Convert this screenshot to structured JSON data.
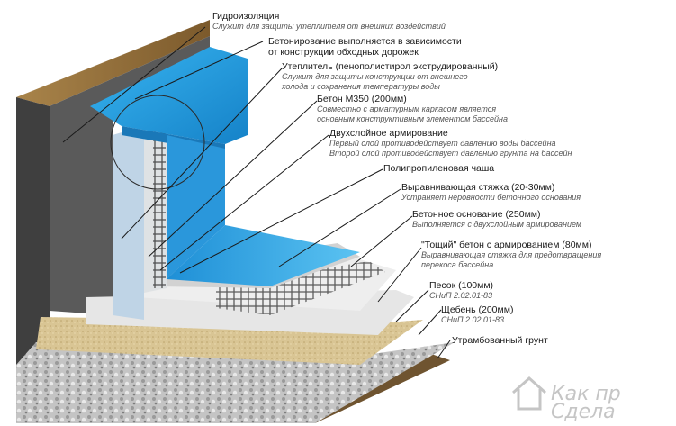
{
  "labels": [
    {
      "id": "waterproofing",
      "title": "Гидроизоляция",
      "desc": [
        "Служит для защиты утеплителя от внешних воздействий"
      ]
    },
    {
      "id": "concreting-note",
      "title": "Бетонирование выполняется в зависимости",
      "desc": [],
      "title2": "от конструкции обходных дорожек"
    },
    {
      "id": "insulation",
      "title": "Утеплитель (пенополистирол экструдированный)",
      "desc": [
        "Служит для защиты конструкции от внешнего",
        "холода и сохранения температуры воды"
      ]
    },
    {
      "id": "concrete-m350",
      "title": "Бетон М350 (200мм)",
      "desc": [
        "Совместно с арматурным каркасом является",
        "основным конструктивным элементом бассейна"
      ]
    },
    {
      "id": "double-reinforcement",
      "title": "Двухслойное армирование",
      "desc": [
        "Первый слой противодействует давлению воды бассейна",
        "Второй слой противодействует давлению грунта на бассейн"
      ]
    },
    {
      "id": "pp-bowl",
      "title": "Полипропиленовая чаша",
      "desc": []
    },
    {
      "id": "leveling-screed",
      "title": "Выравнивающая стяжка (20-30мм)",
      "desc": [
        "Устраняет неровности бетонного основания"
      ]
    },
    {
      "id": "concrete-base",
      "title": "Бетонное основание (250мм)",
      "desc": [
        "Выполняется с двухслойным армированием"
      ]
    },
    {
      "id": "lean-concrete",
      "title": "\"Тощий\" бетон с армированием (80мм)",
      "desc": [
        "Выравнивающая стяжка для предотвращения",
        "перекоса бассейна"
      ]
    },
    {
      "id": "sand",
      "title": "Песок (100мм)",
      "desc": [
        "СНиП 2.02.01-83"
      ]
    },
    {
      "id": "gravel",
      "title": "Щебень (200мм)",
      "desc": [
        "СНиП 2.02.01-83"
      ]
    },
    {
      "id": "compacted-soil",
      "title": "Утрамбованный грунт",
      "desc": []
    }
  ],
  "watermark": {
    "line1": "Как пр",
    "line2": "Сдела"
  },
  "colors": {
    "blue": "#1e9fe0",
    "blue_dark": "#1677b4",
    "concrete": "#d7dadc",
    "soil": "#8a6a3a",
    "wall_dark": "#4d4d4d",
    "sand": "#d8c596",
    "gravel": "#bdbdbd",
    "leader": "#1a1a1a"
  }
}
